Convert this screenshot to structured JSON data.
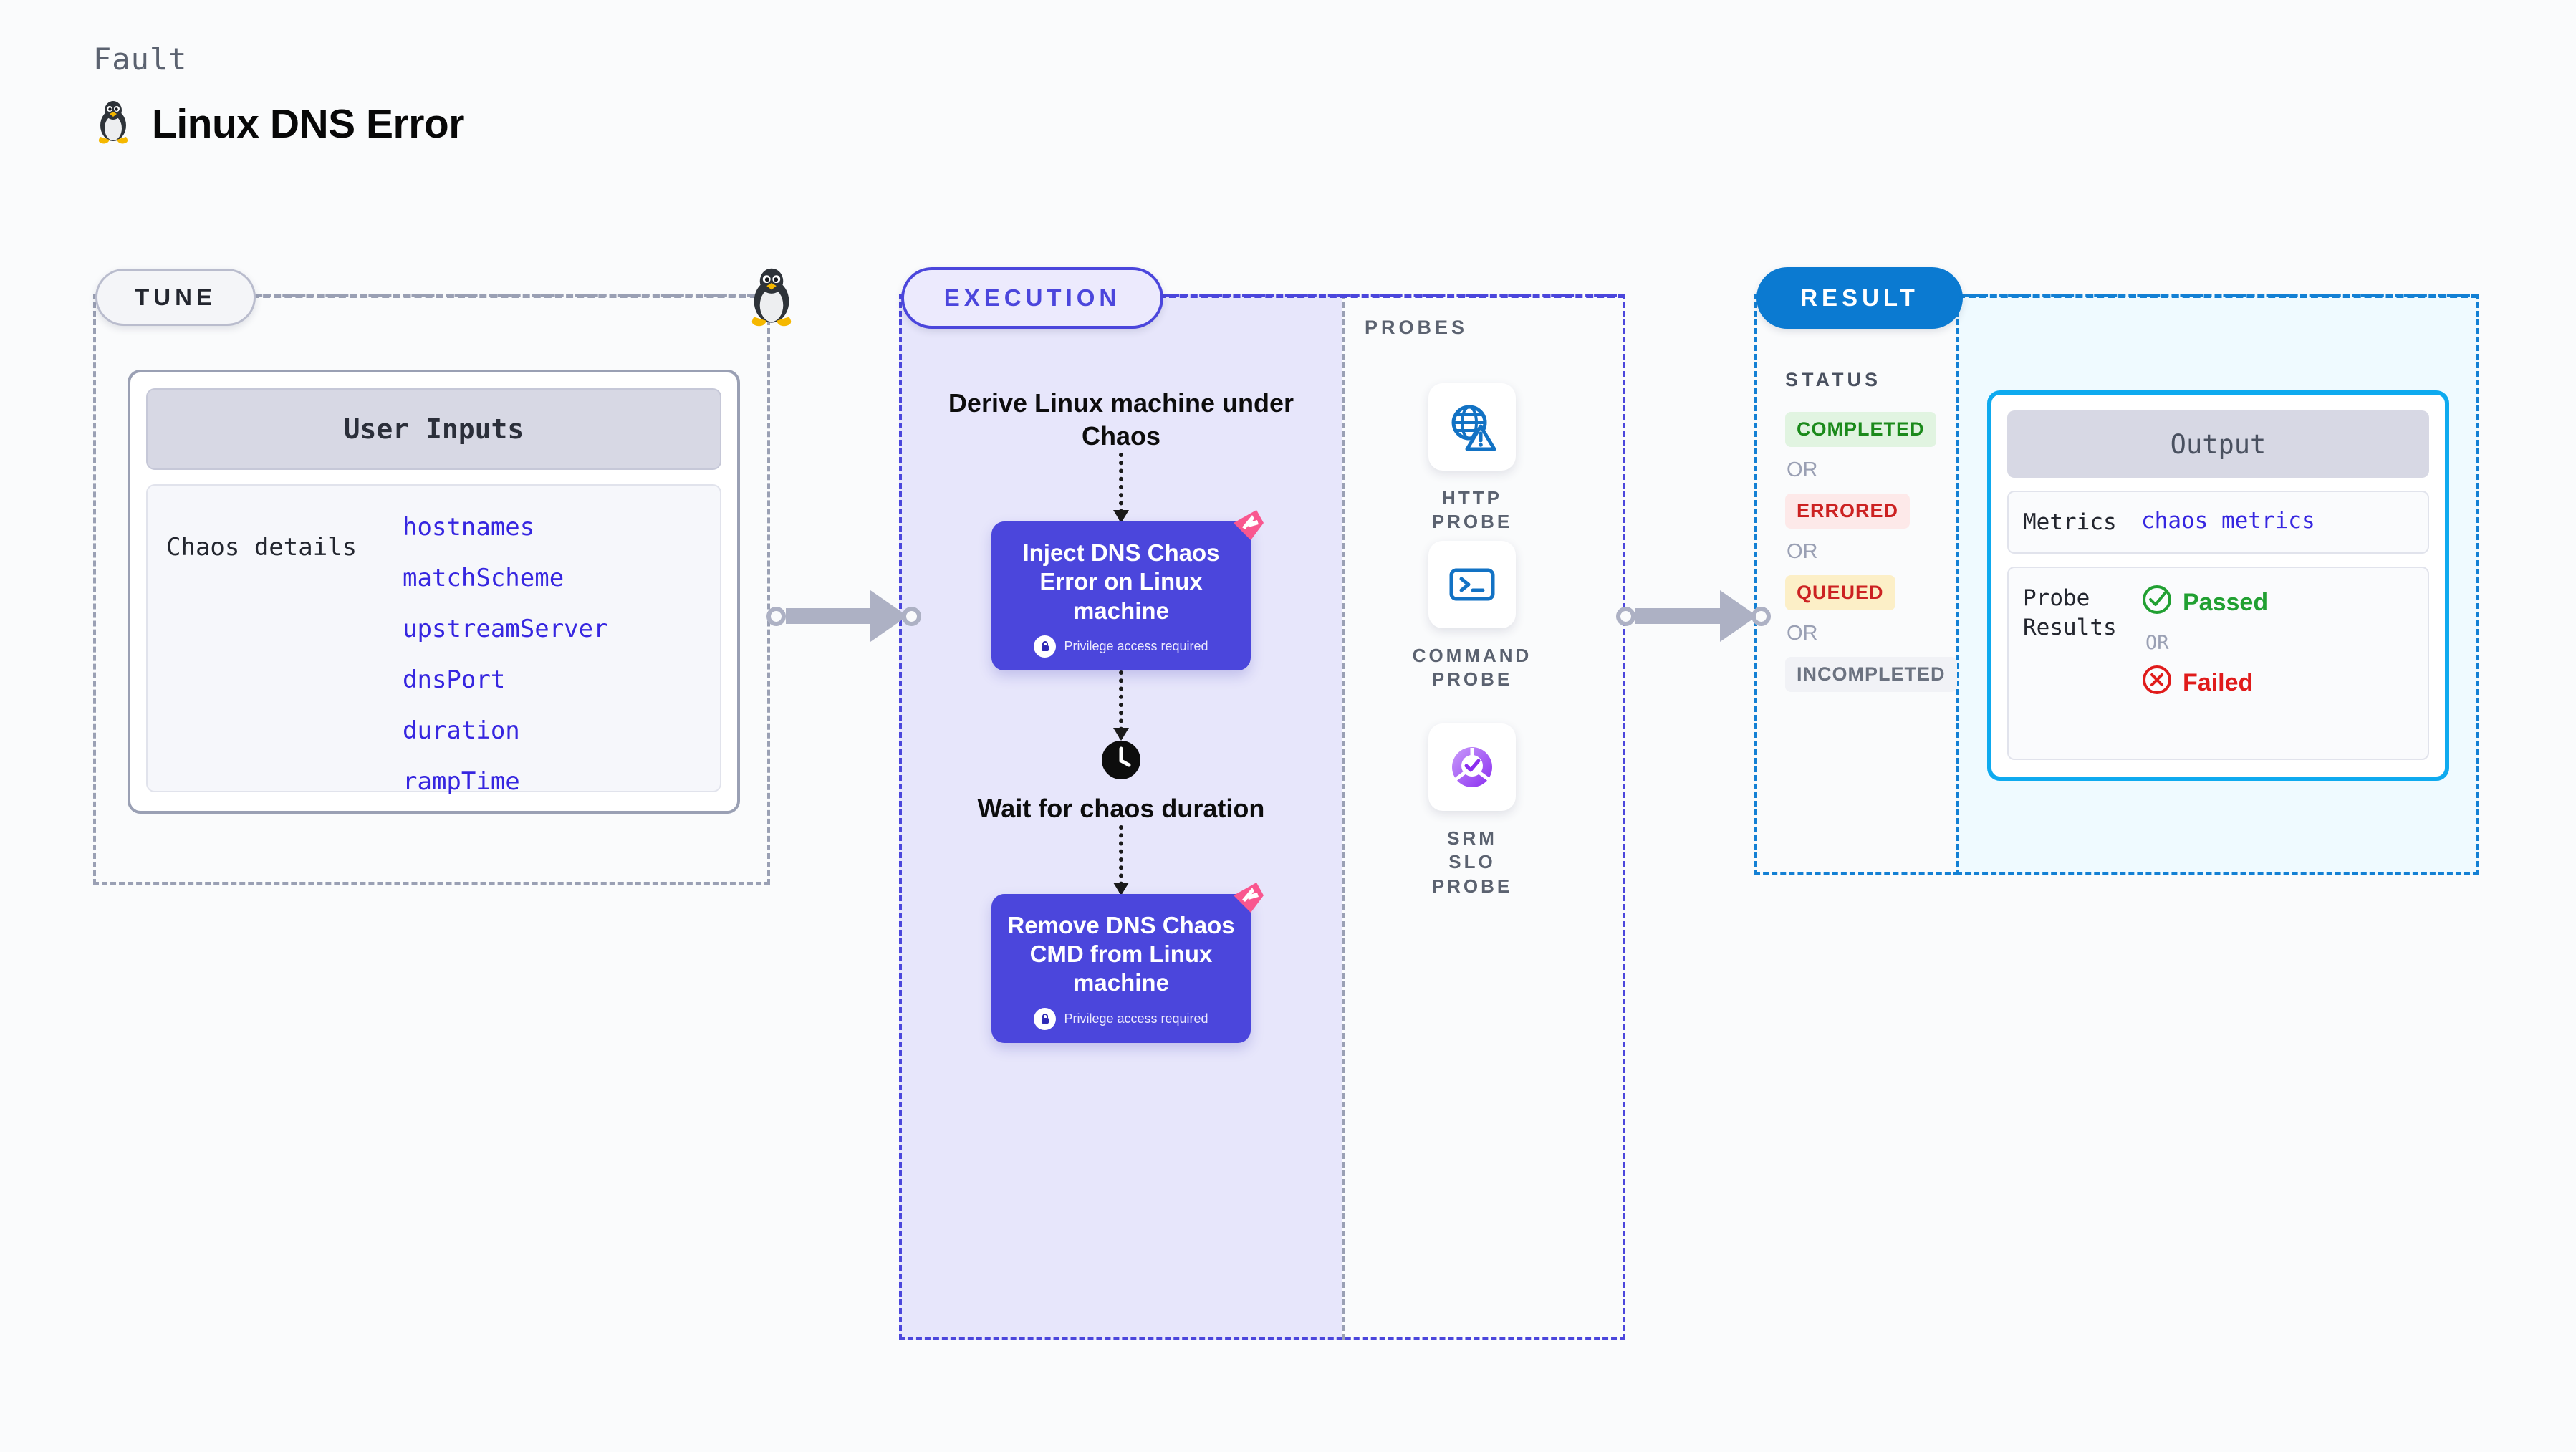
{
  "header": {
    "eyebrow": "Fault",
    "title": "Linux DNS Error",
    "icon": "linux-penguin-icon"
  },
  "tune": {
    "pill_label": "TUNE",
    "card_title": "User Inputs",
    "details_label": "Chaos details",
    "inputs": [
      "hostnames",
      "matchScheme",
      "upstreamServer",
      "dnsPort",
      "duration",
      "rampTime"
    ]
  },
  "execution": {
    "pill_label": "EXECUTION",
    "steps": [
      {
        "type": "text",
        "label": "Derive Linux machine under Chaos"
      },
      {
        "type": "node",
        "label": "Inject DNS Chaos Error on Linux machine",
        "badge": "Privilege access required"
      },
      {
        "type": "clock",
        "label": "Wait for chaos duration"
      },
      {
        "type": "node",
        "label": "Remove DNS Chaos CMD from Linux machine",
        "badge": "Privilege access required"
      }
    ]
  },
  "probes": {
    "label": "PROBES",
    "items": [
      {
        "label": "HTTP PROBE",
        "icon": "globe-warning-icon"
      },
      {
        "label": "COMMAND PROBE",
        "icon": "terminal-icon"
      },
      {
        "label": "SRM SLO PROBE",
        "icon": "slo-donut-check-icon"
      }
    ]
  },
  "result": {
    "pill_label": "RESULT",
    "status_label": "STATUS",
    "or_label": "OR",
    "statuses": [
      {
        "label": "COMPLETED",
        "bg": "#e1f4e1",
        "fg": "#1b8a1b"
      },
      {
        "label": "ERRORED",
        "bg": "#fde9e9",
        "fg": "#cc2222"
      },
      {
        "label": "QUEUED",
        "bg": "#fcefc7",
        "fg": "#cc2222"
      },
      {
        "label": "INCOMPLETED",
        "bg": "#f1f2f6",
        "fg": "#6b7280"
      }
    ]
  },
  "output": {
    "title": "Output",
    "metrics_key": "Metrics",
    "metrics_value": "chaos metrics",
    "probe_results_key": "Probe Results",
    "passed_label": "Passed",
    "failed_label": "Failed",
    "or_label": "OR"
  },
  "colors": {
    "accent_purple": "#4b46dc",
    "accent_blue": "#0b7ad1",
    "accent_cyan": "#0eaaef",
    "ribbon_pink": "#f9578f",
    "muted": "#9aa0b4"
  }
}
